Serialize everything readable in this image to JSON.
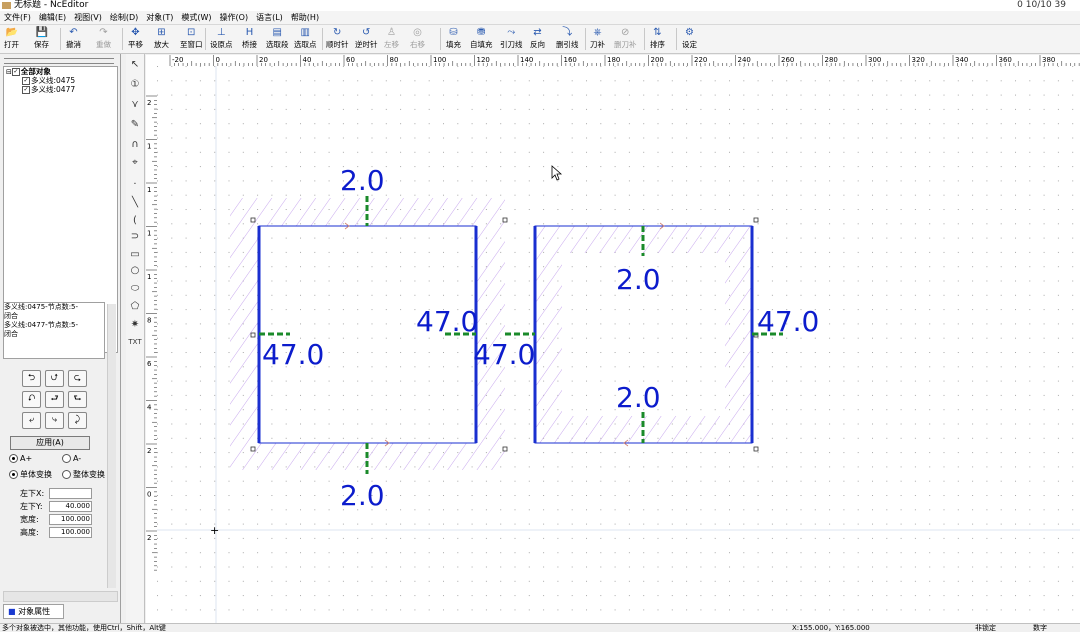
{
  "window": {
    "title": "无标题 - NcEditor",
    "clock": "0 10/10 39"
  },
  "menu": [
    "文件(F)",
    "编辑(E)",
    "视图(V)",
    "绘制(D)",
    "对象(T)",
    "模式(W)",
    "操作(O)",
    "语言(L)",
    "帮助(H)"
  ],
  "toolbar": [
    {
      "label": "打开",
      "icon": "open-folder-icon",
      "enabled": true
    },
    {
      "label": "保存",
      "icon": "save-icon",
      "enabled": true
    },
    {
      "label": "撤消",
      "icon": "undo-icon",
      "enabled": true
    },
    {
      "label": "重做",
      "icon": "redo-icon",
      "enabled": false
    },
    {
      "label": "平移",
      "icon": "pan-icon",
      "enabled": true
    },
    {
      "label": "放大",
      "icon": "zoom-in-icon",
      "enabled": true
    },
    {
      "label": "至窗口",
      "icon": "fit-window-icon",
      "enabled": true
    },
    {
      "label": "设原点",
      "icon": "set-origin-icon",
      "enabled": true
    },
    {
      "label": "桥接",
      "icon": "bridge-icon",
      "enabled": true
    },
    {
      "label": "选取段",
      "icon": "select-segment-icon",
      "enabled": true
    },
    {
      "label": "选取点",
      "icon": "select-point-icon",
      "enabled": true
    },
    {
      "label": "顺时针",
      "icon": "clockwise-icon",
      "enabled": true
    },
    {
      "label": "逆时针",
      "icon": "counterclockwise-icon",
      "enabled": true
    },
    {
      "label": "左移",
      "icon": "shift-left-icon",
      "enabled": false
    },
    {
      "label": "右移",
      "icon": "shift-right-icon",
      "enabled": false
    },
    {
      "label": "填充",
      "icon": "fill-icon",
      "enabled": true
    },
    {
      "label": "自填充",
      "icon": "auto-fill-icon",
      "enabled": true
    },
    {
      "label": "引刀线",
      "icon": "lead-line-icon",
      "enabled": true
    },
    {
      "label": "反向",
      "icon": "reverse-icon",
      "enabled": true
    },
    {
      "label": "删引线",
      "icon": "delete-lead-icon",
      "enabled": true
    },
    {
      "label": "刀补",
      "icon": "tool-comp-icon",
      "enabled": true
    },
    {
      "label": "删刀补",
      "icon": "delete-tool-comp-icon",
      "enabled": false
    },
    {
      "label": "排序",
      "icon": "sort-icon",
      "enabled": true
    },
    {
      "label": "设定",
      "icon": "settings-icon",
      "enabled": true
    }
  ],
  "tree": {
    "root": "全部对象",
    "items": [
      "多义线:0475",
      "多义线:0477"
    ]
  },
  "properties": {
    "lines": [
      "多义线:0475-节点数:5-",
      "闭合",
      "多义线:0477-节点数:5-",
      "闭合"
    ],
    "apply_label": "应用(A)",
    "radio_a_plus": "A+",
    "radio_a_minus": "A-",
    "radio_single": "单体变换",
    "radio_whole": "整体变换",
    "fields": [
      {
        "label": "左下X:",
        "value": ""
      },
      {
        "label": "左下Y:",
        "value": "40.000"
      },
      {
        "label": "宽度:",
        "value": "100.000"
      },
      {
        "label": "高度:",
        "value": "100.000"
      }
    ],
    "tab_label": "对象属性"
  },
  "ruler": {
    "top_ticks": [
      "-20",
      "0",
      "20",
      "40",
      "60",
      "80",
      "100",
      "120",
      "140",
      "160",
      "180",
      "200",
      "220",
      "240",
      "260",
      "280",
      "300",
      "320",
      "340",
      "360",
      "380"
    ],
    "left_ticks": [
      "2",
      "1",
      "1",
      "1",
      "1",
      "8",
      "6",
      "4",
      "2",
      "0",
      "2"
    ]
  },
  "canvas": {
    "dimension_labels": [
      "2.0",
      "2.0",
      "47.0",
      "47.0",
      "47.0",
      "47.0",
      "2.0",
      "2.0"
    ],
    "colors": {
      "outline": "#1a2fd0",
      "dimension_text": "#0c1ccc",
      "marker": "#1a8a2a",
      "hatch": "#c8a8ee"
    }
  },
  "status": {
    "left": "多个对象被选中，其他功能，使用Ctrl，Shift，Alt键",
    "coords": "X:155.000，Y:165.000",
    "mode": "非锁定",
    "numlock": "数字"
  }
}
